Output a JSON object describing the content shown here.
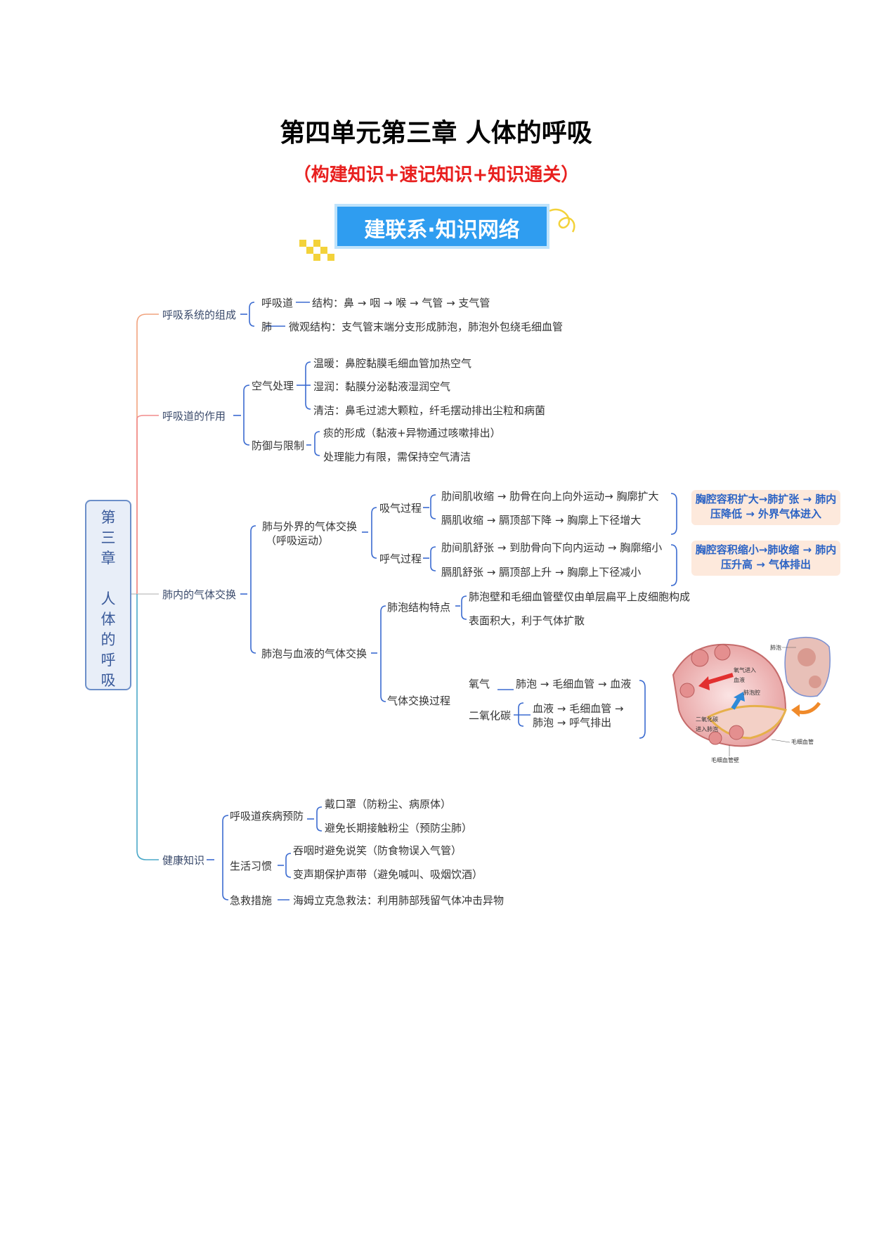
{
  "header": {
    "title": "第四单元第三章  人体的呼吸",
    "subtitle": "（构建知识+速记知识+知识通关）",
    "banner": "建联系·知识网络"
  },
  "mindmap": {
    "root": "第三章 人体的呼吸",
    "root_lines": [
      "第",
      "三",
      "章",
      "",
      "人",
      "体",
      "的",
      "呼",
      "吸"
    ],
    "b1": {
      "label": "呼吸系统的组成",
      "tract": "呼吸道",
      "tract_detail": "结构：鼻 → 咽 → 喉 → 气管 → 支气管",
      "lung": "肺",
      "lung_detail": "微观结构：支气管末端分支形成肺泡，肺泡外包绕毛细血管"
    },
    "b2": {
      "label": "呼吸道的作用",
      "air": "空气处理",
      "warm": "温暖：鼻腔黏膜毛细血管加热空气",
      "moist": "湿润：黏膜分泌黏液湿润空气",
      "clean": "清洁：鼻毛过滤大颗粒，纤毛摆动排出尘粒和病菌",
      "defense": "防御与限制",
      "phlegm": "痰的形成（黏液+异物通过咳嗽排出）",
      "limit": "处理能力有限，需保持空气清洁"
    },
    "b3": {
      "label": "肺内的气体交换",
      "ext": "肺与外界的气体交换",
      "ext_sub": "（呼吸运动）",
      "inhale": "吸气过程",
      "in1": "肋间肌收缩 → 肋骨在向上向外运动→ 胸廓扩大",
      "in2": "膈肌收缩 → 膈顶部下降 → 胸廓上下径增大",
      "in_result": "胸腔容积扩大→肺扩张 → 肺内压降低 → 外界气体进入",
      "exhale": "呼气过程",
      "ex1": "肋间肌舒张 → 到肋骨向下向内运动 → 胸廓缩小",
      "ex2": "膈肌舒张 → 膈顶部上升 → 胸廓上下径减小",
      "ex_result": "胸腔容积缩小→肺收缩 → 肺内压升高 → 气体排出",
      "alv": "肺泡与血液的气体交换",
      "struct": "肺泡结构特点",
      "s1": "肺泡壁和毛细血管壁仅由单层扁平上皮细胞构成",
      "s2": "表面积大，利于气体扩散",
      "gas": "气体交换过程",
      "o2": "氧气",
      "o2_path": "肺泡 → 毛细血管 → 血液",
      "co2": "二氧化碳",
      "co2_path1": "血液 → 毛细血管 →",
      "co2_path2": "肺泡 → 呼气排出"
    },
    "b4": {
      "label": "健康知识",
      "prevent": "呼吸道疾病预防",
      "p1": "戴口罩（防粉尘、病原体）",
      "p2": "避免长期接触粉尘（预防尘肺）",
      "habit": "生活习惯",
      "h1": "吞咽时避免说笑（防食物误入气管）",
      "h2": "变声期保护声带（避免喊叫、吸烟饮酒）",
      "aid": "急救措施",
      "aid_detail": "海姆立克急救法：利用肺部残留气体冲击异物"
    }
  },
  "figure": {
    "labels": {
      "alveolus": "肺泡",
      "o2_in": "氧气进入",
      "blood": "血液",
      "cavity": "肺泡腔",
      "co2_in": "二氧化碳",
      "co2_in2": "进入肺泡",
      "capillary": "毛细血管",
      "capillary_wall": "毛细血管壁"
    },
    "colors": {
      "o2_arrow": "#e23030",
      "co2_arrow": "#2e8ad8",
      "orange_arrow": "#f08a2a"
    }
  }
}
